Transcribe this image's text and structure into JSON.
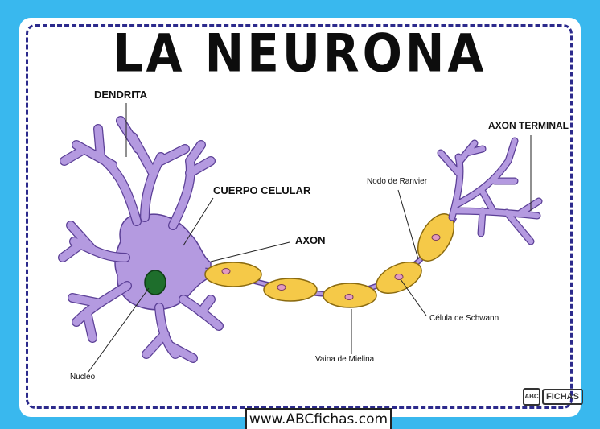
{
  "title": "LA NEURONA",
  "labels": {
    "dendrita": "DENDRITA",
    "cuerpo_celular": "CUERPO CELULAR",
    "axon": "AXON",
    "axon_terminal": "AXON TERMINAL",
    "nodo_ranvier": "Nodo de Ranvier",
    "celula_schwann": "Célula de Schwann",
    "vaina_mielina": "Vaina de Mielina",
    "nucleo": "Nucleo"
  },
  "footer": {
    "url": "www.ABCfichas.com",
    "logo_text": "FICHAS"
  },
  "colors": {
    "background": "#39b8ee",
    "border": "#2c2a8c",
    "neuron": "#b49ae0",
    "neuron_outline": "#5b3f96",
    "myelin": "#f5c948",
    "myelin_outline": "#8a6a10",
    "nucleus": "#1e6e2c",
    "schwann_nucleus": "#e29ac0"
  }
}
